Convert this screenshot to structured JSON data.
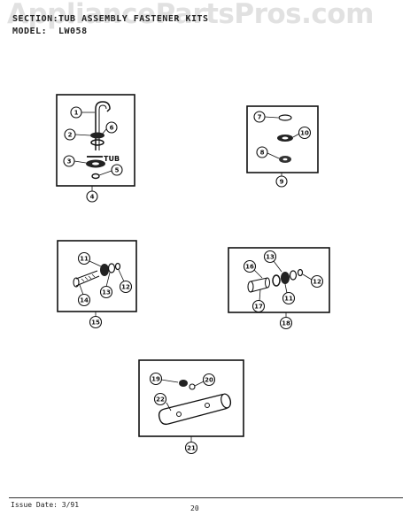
{
  "header": {
    "section_label": "SECTION:",
    "section_value": "TUB ASSEMBLY FASTENER KITS",
    "model_label": "MODEL:",
    "model_value": "LW058"
  },
  "watermark": "AppliancePartsPros.com",
  "diagram": {
    "tub_label": "TUB",
    "panels": [
      {
        "id": "4",
        "callouts": [
          "1",
          "2",
          "6",
          "3",
          "5"
        ]
      },
      {
        "id": "9",
        "callouts": [
          "7",
          "10",
          "8"
        ]
      },
      {
        "id": "15",
        "callouts": [
          "11",
          "13",
          "12",
          "14"
        ]
      },
      {
        "id": "18",
        "callouts": [
          "13",
          "16",
          "12",
          "17",
          "11"
        ]
      },
      {
        "id": "21",
        "callouts": [
          "19",
          "20",
          "22"
        ]
      }
    ]
  },
  "footer": {
    "issue_date": "Issue Date: 3/91",
    "page_number": "20"
  }
}
